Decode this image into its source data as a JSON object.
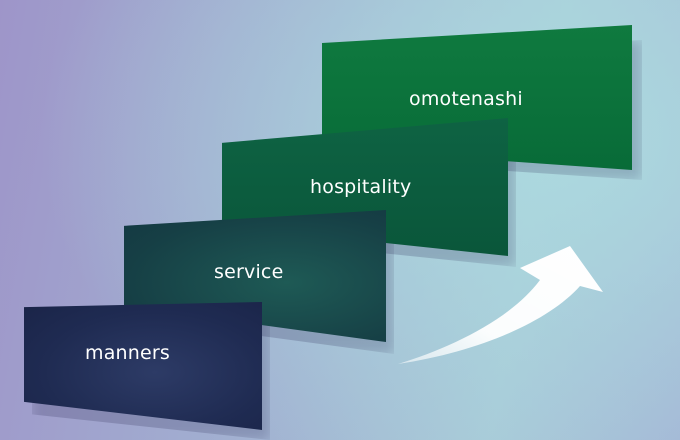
{
  "steps": [
    {
      "id": "manners",
      "label": "manners"
    },
    {
      "id": "service",
      "label": "service"
    },
    {
      "id": "hospitality",
      "label": "hospitality"
    },
    {
      "id": "omotenashi",
      "label": "omotenashi"
    }
  ],
  "colors": {
    "manners": "#1f2b52",
    "service": "#163f45",
    "hospitality": "#0c5d3d",
    "omotenashi": "#0b733c",
    "arrow": "#ffffff"
  },
  "arrow_icon": "upward-curved-arrow"
}
